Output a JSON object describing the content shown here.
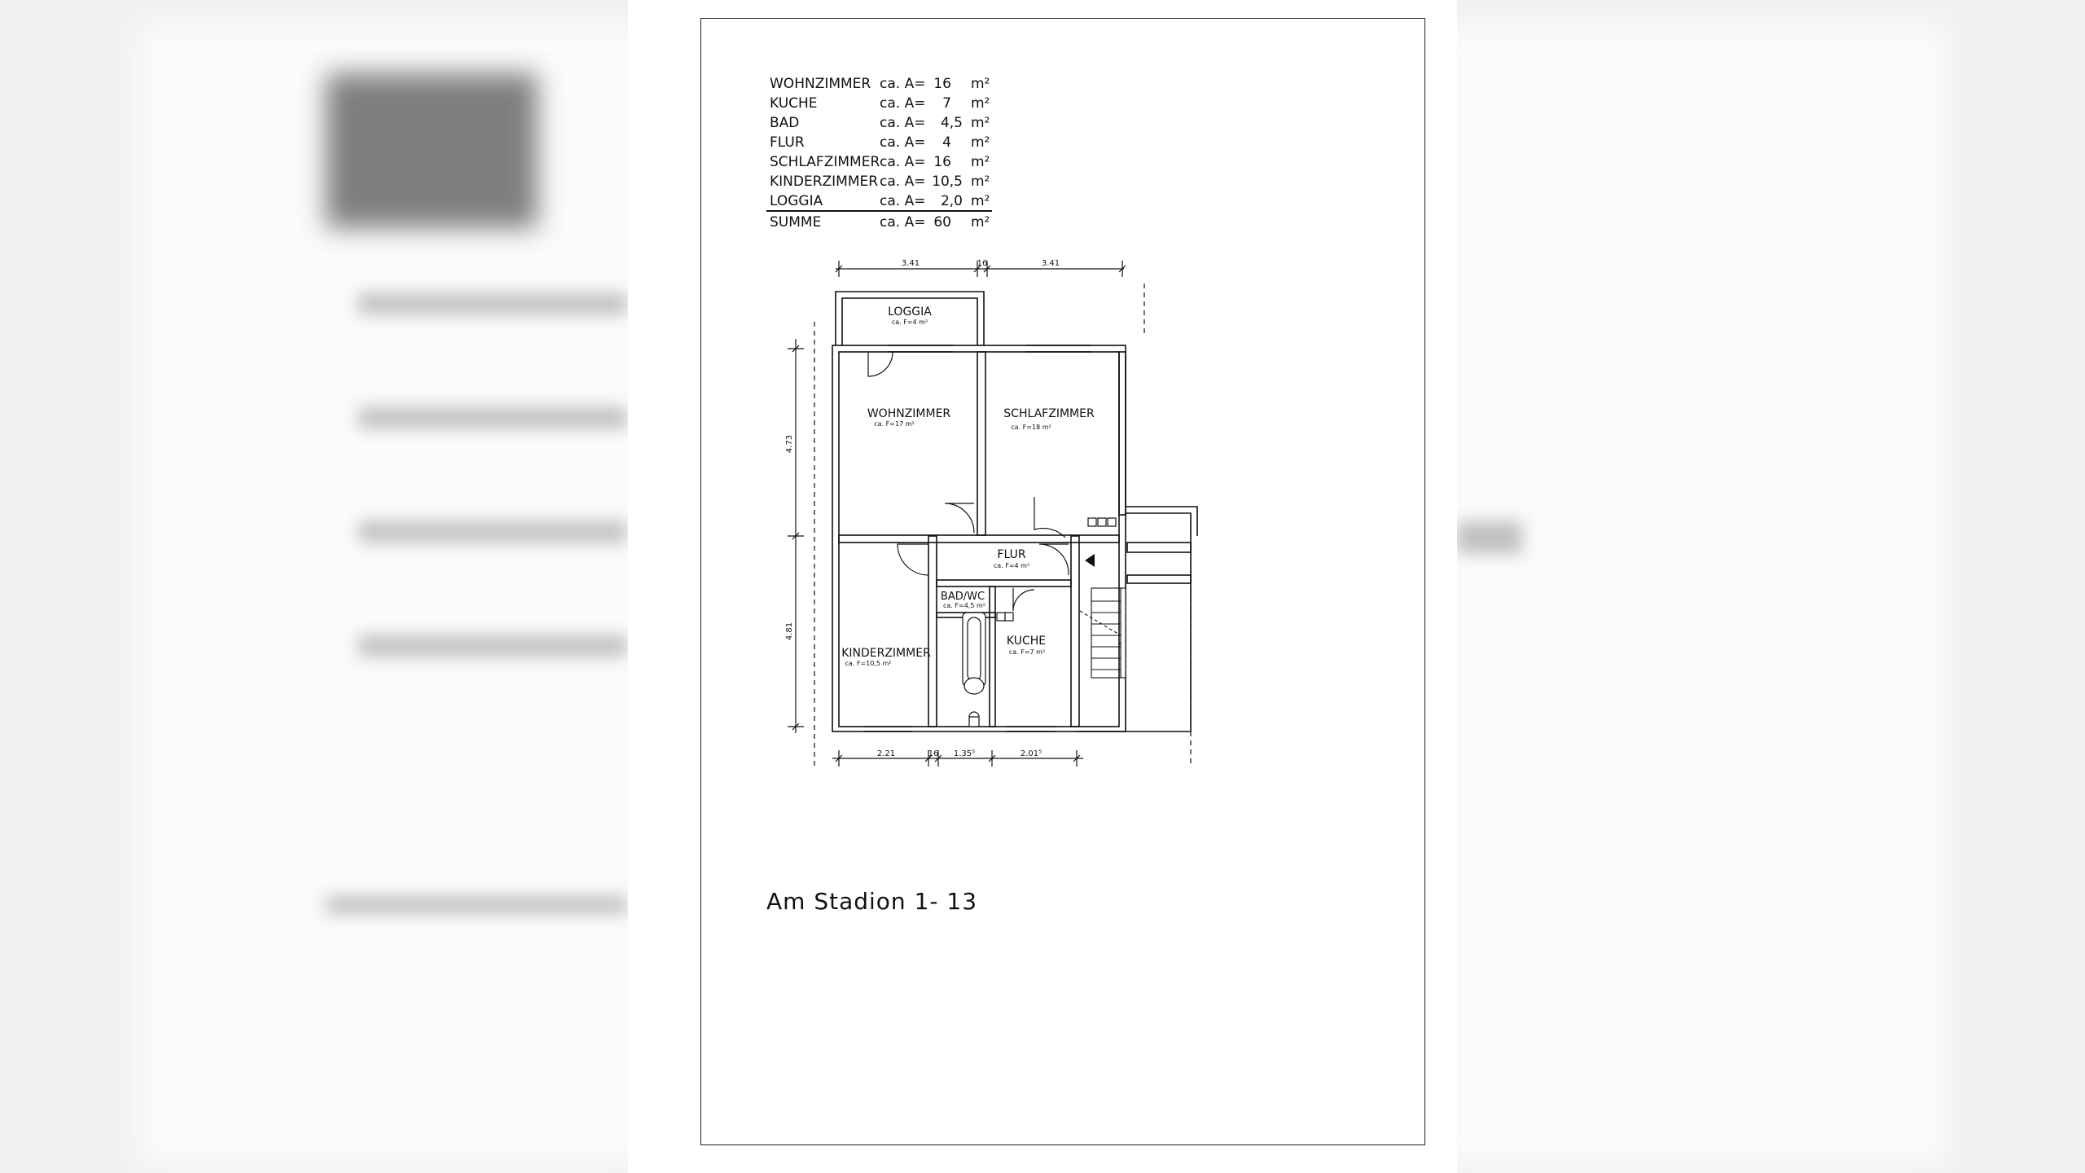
{
  "area_table": {
    "rows": [
      {
        "room": "WOHNZIMMER",
        "prefix": "ca. A=",
        "value": "16",
        "unit": "m²"
      },
      {
        "room": "KUCHE",
        "prefix": "ca. A=",
        "value": "7",
        "unit": "m²"
      },
      {
        "room": "BAD",
        "prefix": "ca. A=",
        "value": "4,5",
        "unit": "m²"
      },
      {
        "room": "FLUR",
        "prefix": "ca. A=",
        "value": "4",
        "unit": "m²"
      },
      {
        "room": "SCHLAFZIMMER",
        "prefix": "ca. A=",
        "value": "16",
        "unit": "m²"
      },
      {
        "room": "KINDERZIMMER",
        "prefix": "ca. A=",
        "value": "10,5",
        "unit": "m²"
      },
      {
        "room": "LOGGIA",
        "prefix": "ca. A=",
        "value": "2,0",
        "unit": "m²"
      },
      {
        "room": "SUMME",
        "prefix": "ca. A=",
        "value": "60",
        "unit": "m²"
      }
    ]
  },
  "rooms": {
    "loggia": {
      "name": "LOGGIA",
      "area": "ca. F=4 m²"
    },
    "wohnzimmer": {
      "name": "WOHNZIMMER",
      "area": "ca. F=17 m²"
    },
    "schlafzimmer": {
      "name": "SCHLAFZIMMER",
      "area": "ca. F=18 m²"
    },
    "flur": {
      "name": "FLUR",
      "area": "ca. F=4 m²"
    },
    "bad": {
      "name": "BAD/WC",
      "area": "ca. F=4,5 m²"
    },
    "kuche": {
      "name": "KUCHE",
      "area": "ca. F=7 m²"
    },
    "kinderzimmer": {
      "name": "KINDERZIMMER",
      "area": "ca. F=10,5 m²"
    }
  },
  "dimensions": {
    "top_left": "3.41",
    "top_mid": "16",
    "top_right": "3.41",
    "left_upper": "4.73",
    "left_lower": "4.81",
    "bottom_1": "2.21",
    "bottom_2": "16",
    "bottom_3": "1.35⁵",
    "bottom_4": "2.01⁵"
  },
  "address": "Am Stadion 1- 13"
}
